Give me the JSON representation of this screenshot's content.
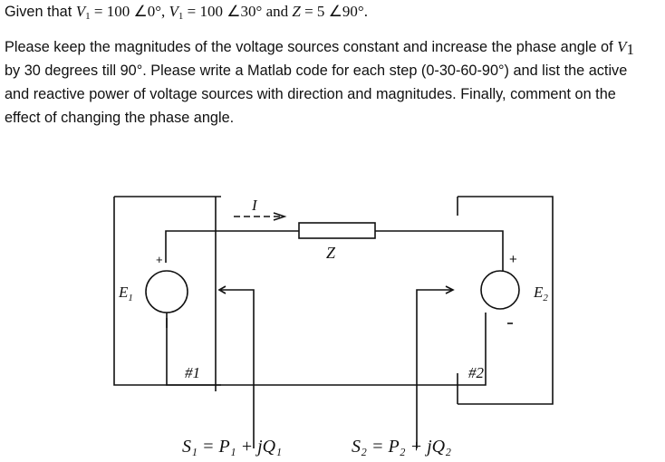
{
  "given": {
    "lead": "Given that ",
    "v1_sym": "V",
    "v1_sub": "1",
    "v1_val": " = 100 ∠0°, ",
    "v2_sym": "V",
    "v2_sub": "1",
    "v2_val": " = 100 ∠30° ",
    "and_text": "and ",
    "z_sym": "Z",
    "z_val": " = 5 ∠90°."
  },
  "problem": {
    "line1_text": "Please keep the magnitudes of the voltage sources constant and increase the phase angle of ",
    "line1_sym": "V",
    "line1_sub": "1",
    "line2": "by 30 degrees till 90°. Please write a Matlab code for each step (0-30-60-90°) and list the active",
    "line3": "and reactive power of voltage sources with direction and magnitudes. Finally, comment on the",
    "line4": "effect of changing the phase angle."
  },
  "circuit": {
    "current_label": "I",
    "impedance_label": "Z",
    "source1_label": "E",
    "source1_sub": "1",
    "source2_label": "E",
    "source2_sub": "2",
    "plus_sign": "+",
    "node1_label": "#1",
    "node2_label": "#2",
    "s1_formula": "S₁ = P₁ + jQ₁",
    "s2_formula": "S₂ = P₂ + jQ₂"
  },
  "colors": {
    "text": "#111111",
    "background": "#ffffff"
  }
}
